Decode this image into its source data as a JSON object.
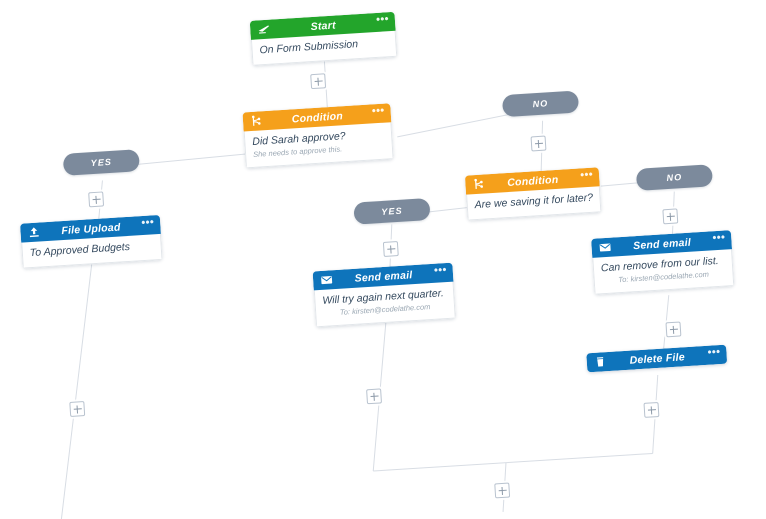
{
  "app": {
    "title": "Workflow Builder Canvas",
    "canvas_rotation_deg": -3.6
  },
  "colors": {
    "start_green": "#23a52b",
    "condition_orange": "#f5a01b",
    "action_blue": "#0e74bb",
    "branch_pill_gray": "#7c8a9c",
    "edge_line": "#d8dde4",
    "card_body_text": "#34495e",
    "card_subtext": "#9aa7b3",
    "canvas_background": "#ffffff"
  },
  "menu_glyph": "•••",
  "nodes": [
    {
      "id": "start",
      "type": "start",
      "icon": "plane-takeoff-icon",
      "title": "Start",
      "line1": "On Form Submission",
      "line2": "",
      "color": "green"
    },
    {
      "id": "condition-1",
      "type": "condition",
      "icon": "branch-fork-icon",
      "title": "Condition",
      "line1": "Did Sarah approve?",
      "line2": "She needs to approve this.",
      "color": "orange"
    },
    {
      "id": "file-upload",
      "type": "action",
      "icon": "upload-icon",
      "title": "File Upload",
      "line1": "To Approved Budgets",
      "line2": "",
      "color": "blue"
    },
    {
      "id": "condition-2",
      "type": "condition",
      "icon": "branch-fork-icon",
      "title": "Condition",
      "line1": "Are we saving it for later?",
      "line2": "",
      "color": "orange"
    },
    {
      "id": "send-email-1",
      "type": "action",
      "icon": "envelope-icon",
      "title": "Send email",
      "line1": "Will try again next quarter.",
      "line2": "To: kirsten@codelathe.com",
      "color": "blue"
    },
    {
      "id": "send-email-2",
      "type": "action",
      "icon": "envelope-icon",
      "title": "Send email",
      "line1": "Can remove from our list.",
      "line2": "To: kirsten@codelathe.com",
      "color": "blue"
    },
    {
      "id": "delete-file",
      "type": "action",
      "icon": "trash-icon",
      "title": "Delete File",
      "line1": "",
      "line2": "",
      "color": "blue"
    }
  ],
  "branches": [
    {
      "id": "branch-yes-1",
      "label": "YES",
      "from": "condition-1"
    },
    {
      "id": "branch-no-1",
      "label": "NO",
      "from": "condition-1"
    },
    {
      "id": "branch-yes-2",
      "label": "YES",
      "from": "condition-2"
    },
    {
      "id": "branch-no-2",
      "label": "NO",
      "from": "condition-2"
    }
  ],
  "add_buttons": [
    {
      "id": "add-after-start"
    },
    {
      "id": "add-after-yes-1"
    },
    {
      "id": "add-after-no-1"
    },
    {
      "id": "add-after-yes-2"
    },
    {
      "id": "add-after-no-2"
    },
    {
      "id": "add-after-file-upload"
    },
    {
      "id": "add-after-send-email-1"
    },
    {
      "id": "add-after-send-email-2"
    },
    {
      "id": "add-after-delete-file"
    },
    {
      "id": "add-after-merge"
    }
  ]
}
